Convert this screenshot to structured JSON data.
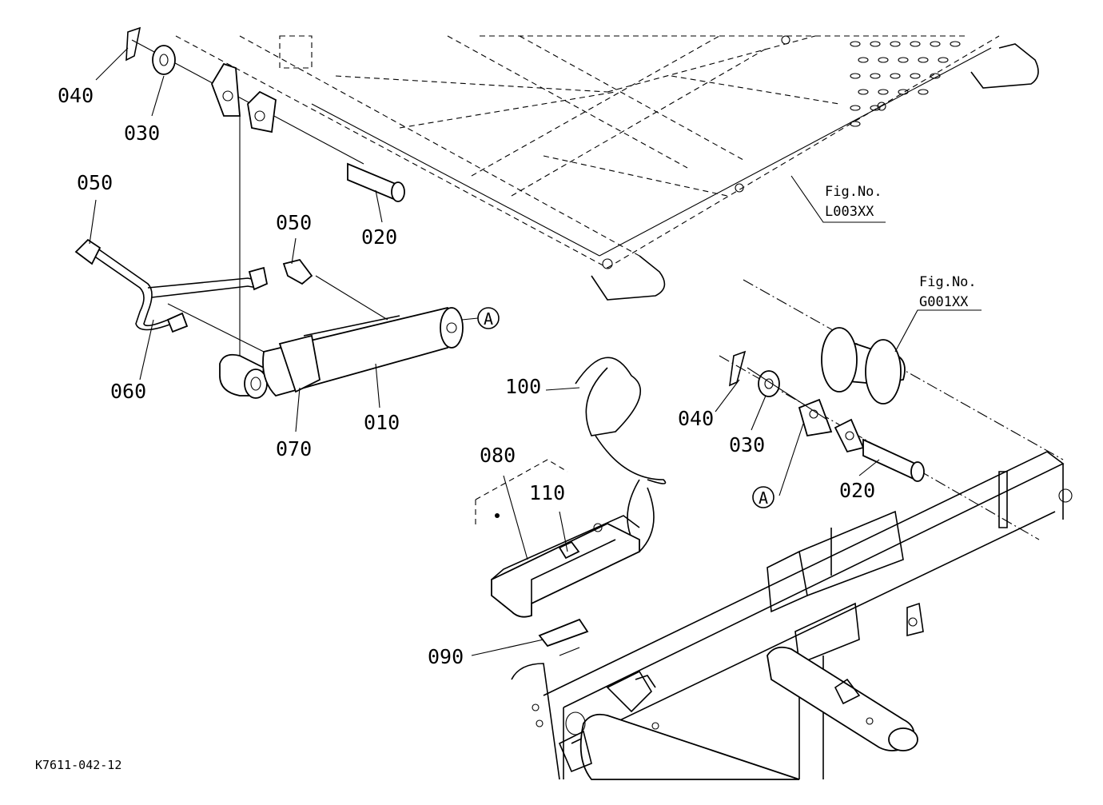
{
  "diagram": {
    "code": "K7611-042-12",
    "callout_marker": "A",
    "fig_refs": [
      {
        "prefix": "Fig.No.",
        "id": "L003XX"
      },
      {
        "prefix": "Fig.No.",
        "id": "G001XX"
      }
    ],
    "parts": [
      {
        "no": "010"
      },
      {
        "no": "020"
      },
      {
        "no": "030"
      },
      {
        "no": "040"
      },
      {
        "no": "050"
      },
      {
        "no": "060"
      },
      {
        "no": "070"
      },
      {
        "no": "080"
      },
      {
        "no": "090"
      },
      {
        "no": "100"
      },
      {
        "no": "110"
      }
    ]
  }
}
